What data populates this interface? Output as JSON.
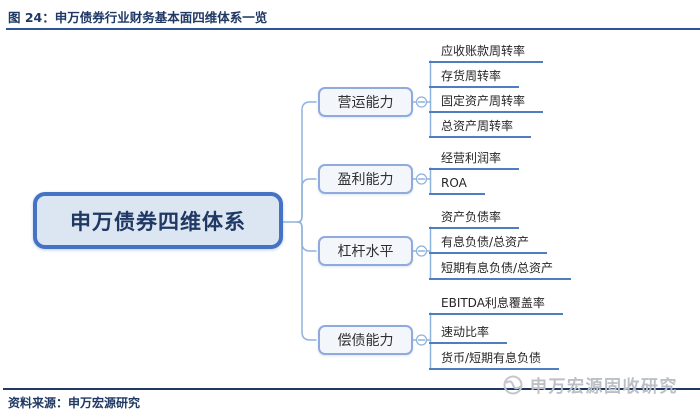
{
  "figure": {
    "title": "图 24：申万债券行业财务基本面四维体系一览",
    "source": "资料来源：申万宏源研究",
    "watermark": "申万宏源固收研究"
  },
  "tree": {
    "root": {
      "label": "申万债券四维体系"
    },
    "branches": [
      {
        "label": "营运能力",
        "children": [
          "应收账款周转率",
          "存货周转率",
          "固定资产周转率",
          "总资产周转率"
        ]
      },
      {
        "label": "盈利能力",
        "children": [
          "经营利润率",
          "ROA"
        ]
      },
      {
        "label": "杠杆水平",
        "children": [
          "资产负债率",
          "有息负债/总资产",
          "短期有息负债/总资产"
        ]
      },
      {
        "label": "偿债能力",
        "children": [
          "EBITDA利息覆盖率",
          "速动比率",
          "货币/短期有息负债"
        ]
      }
    ]
  },
  "colors": {
    "title_text": "#1f3864",
    "title_rule": "#2f5496",
    "bottom_rule": "#1f3864",
    "root_border": "#4472c4",
    "root_fill": "#dce6f2",
    "branch_border": "#8faadc",
    "branch_fill": "#f3f7fc",
    "leaf_underline": "#4d7ebf",
    "connector": "#8fb3dc",
    "watermark_gray": "#bcc0c6"
  }
}
